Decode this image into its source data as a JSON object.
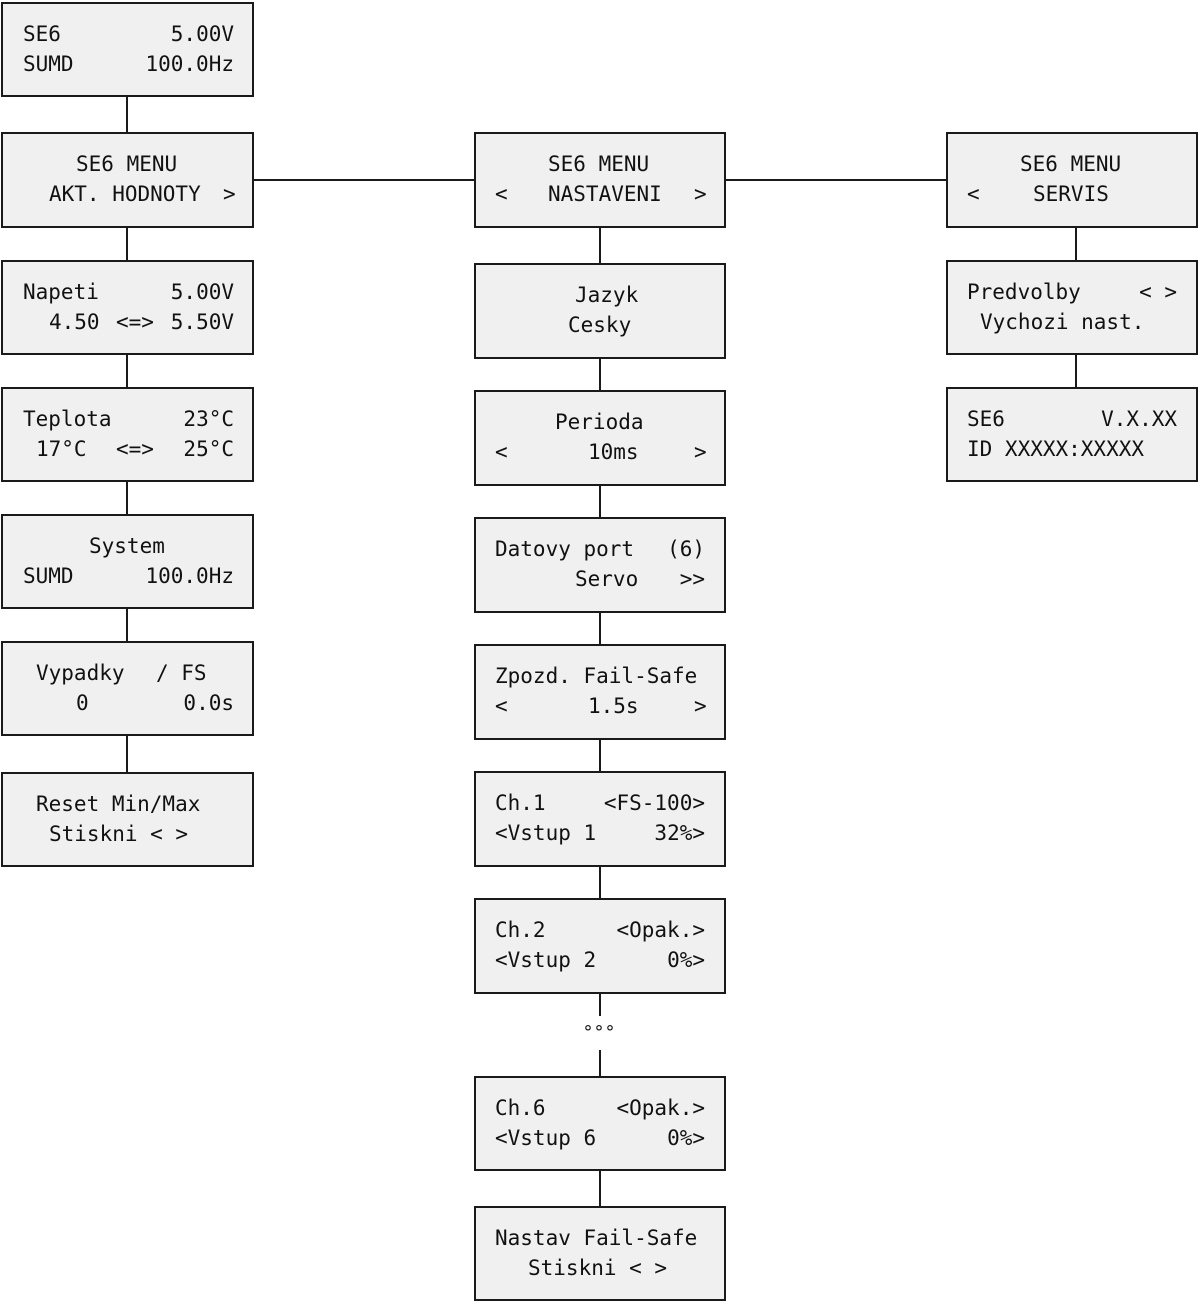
{
  "colors": {
    "screen_background": "#f0f0f0",
    "border": "#1a1a1a",
    "text": "#111111"
  },
  "screens": {
    "status": {
      "label": "SE6",
      "voltage": "5.00V",
      "mode": "SUMD",
      "frequency": "100.0Hz"
    },
    "menu_values": {
      "title": "SE6 MENU",
      "item": "AKT. HODNOTY",
      "next": ">"
    },
    "menu_settings": {
      "title": "SE6 MENU",
      "prev": "<",
      "item": "NASTAVENI",
      "next": ">"
    },
    "menu_service": {
      "title": "SE6 MENU",
      "prev": "<",
      "item": "SERVIS"
    },
    "voltage": {
      "label": "Napeti",
      "value": "5.00V",
      "min": "4.50",
      "range": "<=>",
      "max": "5.50V"
    },
    "temperature": {
      "label": "Teplota",
      "value": "23°C",
      "min": "17°C",
      "range": "<=>",
      "max": "25°C"
    },
    "system": {
      "label": "System",
      "mode": "SUMD",
      "frequency": "100.0Hz"
    },
    "dropouts": {
      "label": "Vypadky",
      "fs_label": "/ FS",
      "count": "0",
      "time": "0.0s"
    },
    "reset": {
      "label": "Reset Min/Max",
      "action": "Stiskni < >"
    },
    "language": {
      "label": "Jazyk",
      "value": "Cesky"
    },
    "period": {
      "label": "Perioda",
      "prev": "<",
      "value": "10ms",
      "next": ">"
    },
    "data_port": {
      "label": "Datovy port",
      "count": "(6)",
      "value": "Servo",
      "next": ">>"
    },
    "failsafe_delay": {
      "label": "Zpozd. Fail-Safe",
      "prev": "<",
      "value": "1.5s",
      "next": ">"
    },
    "channel_1": {
      "label": "Ch.1",
      "mode": "<FS-100>",
      "input": "<Vstup 1",
      "value": "32%>"
    },
    "channel_2": {
      "label": "Ch.2",
      "mode": "<Opak.>",
      "input": "<Vstup 2",
      "value": "0%>"
    },
    "ellipsis": "°°°",
    "channel_6": {
      "label": "Ch.6",
      "mode": "<Opak.>",
      "input": "<Vstup 6",
      "value": "0%>"
    },
    "set_failsafe": {
      "label": "Nastav Fail-Safe",
      "action": "Stiskni < >"
    },
    "presets": {
      "label": "Predvolby",
      "arrows": "< >",
      "value": "Vychozi nast."
    },
    "version": {
      "label": "SE6",
      "version": "V.X.XX",
      "id": "ID XXXXX:XXXXX"
    }
  }
}
